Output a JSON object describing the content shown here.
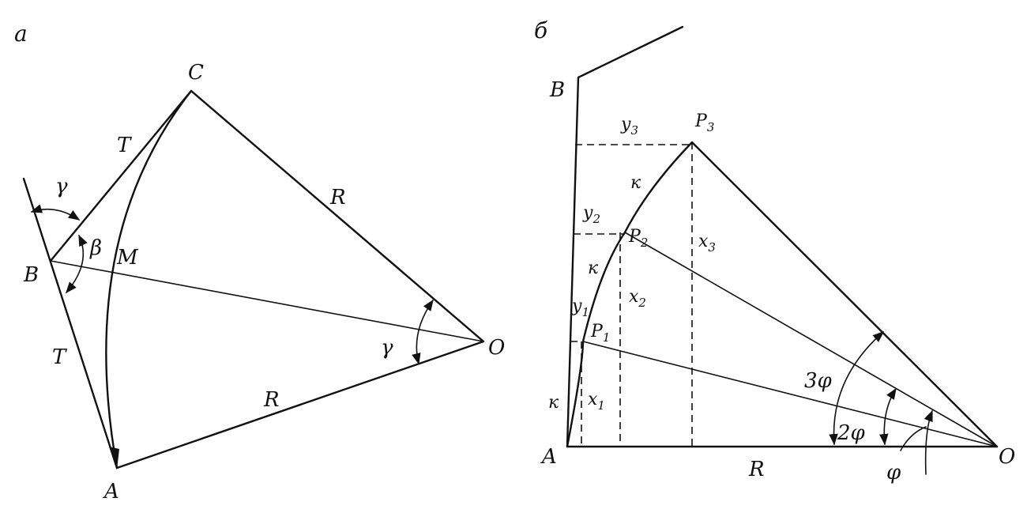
{
  "panel_a": {
    "panel_label": "а",
    "points": {
      "A": "A",
      "B": "B",
      "C": "C",
      "O": "O",
      "M": "M"
    },
    "segments": {
      "T_upper": "T",
      "T_lower": "T",
      "R_upper": "R",
      "R_lower": "R"
    },
    "angles": {
      "gamma_left": "γ",
      "beta": "β",
      "gamma_right": "γ"
    }
  },
  "panel_b": {
    "panel_label": "б",
    "points": {
      "A": "A",
      "B": "B",
      "O": "O"
    },
    "arc_points": [
      {
        "name": "P",
        "sub": "1"
      },
      {
        "name": "P",
        "sub": "2"
      },
      {
        "name": "P",
        "sub": "3"
      }
    ],
    "chord_label": "к",
    "x_labels": [
      {
        "name": "x",
        "sub": "1"
      },
      {
        "name": "x",
        "sub": "2"
      },
      {
        "name": "x",
        "sub": "3"
      }
    ],
    "y_labels": [
      {
        "name": "y",
        "sub": "1"
      },
      {
        "name": "y",
        "sub": "2"
      },
      {
        "name": "y",
        "sub": "3"
      }
    ],
    "radius_label": "R",
    "angles": {
      "phi1": "φ",
      "phi2": "2φ",
      "phi3": "3φ"
    }
  }
}
